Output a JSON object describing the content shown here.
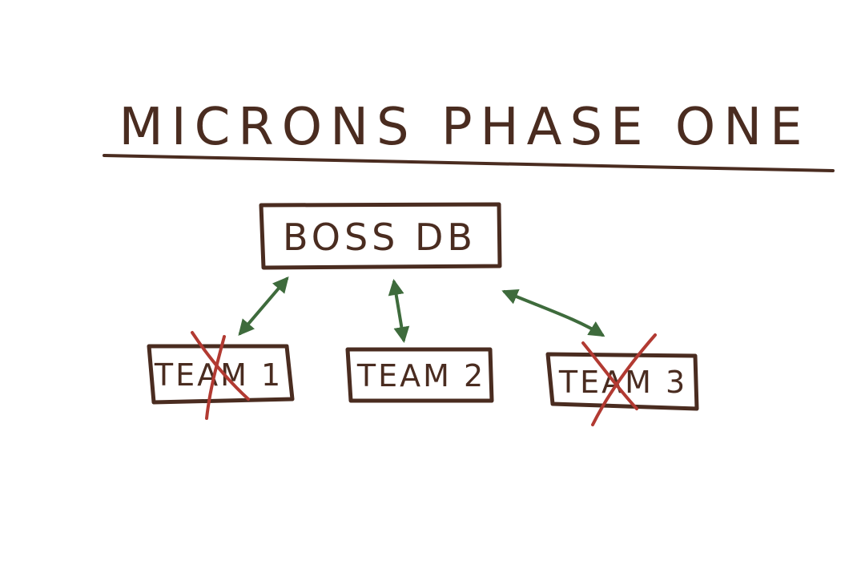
{
  "title": "MICRONS PHASE ONE",
  "boss": {
    "label": "BOSS DB"
  },
  "teams": [
    {
      "label": "TEAM 1",
      "crossed_out": true
    },
    {
      "label": "TEAM 2",
      "crossed_out": false
    },
    {
      "label": "TEAM 3",
      "crossed_out": true
    }
  ],
  "colors": {
    "ink": "#4a2c20",
    "arrow": "#3e6b3c",
    "cross": "#b23a32",
    "background": "#ffffff"
  }
}
